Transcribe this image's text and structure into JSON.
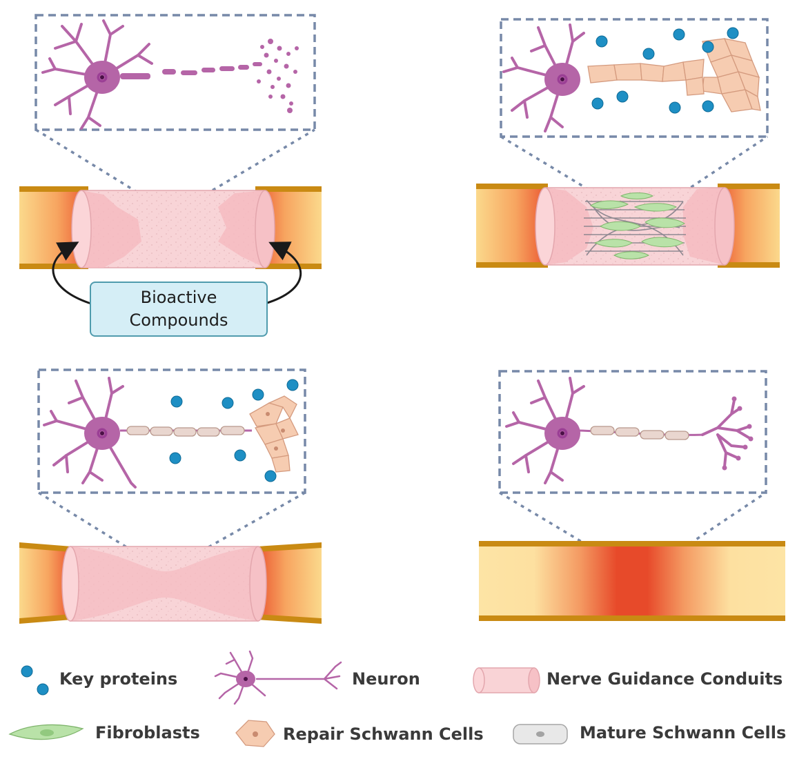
{
  "callout": {
    "line1": "Bioactive",
    "line2": "Compounds"
  },
  "legend": {
    "key_proteins": "Key proteins",
    "neuron": "Neuron",
    "nerve_guidance_conduits": "Nerve Guidance Conduits",
    "fibroblasts": "Fibroblasts",
    "repair_schwann_cells": "Repair Schwann Cells",
    "mature_schwann_cells": "Mature Schwann Cells"
  },
  "colors": {
    "neuron": "#b565a7",
    "neuron_nucleus": "#6b1f66",
    "protein": "#1e8fc4",
    "conduit": "#f9d3d6",
    "nerve_outer": "#c98a13",
    "nerve_core": "#fbe1a0",
    "nerve_injury": "#e8502c",
    "frame": "#7789a8",
    "fibroblast": "#b9e2a8",
    "repair_schwann": "#f6ccb1",
    "mature_schwann": "#e8e8e8"
  }
}
